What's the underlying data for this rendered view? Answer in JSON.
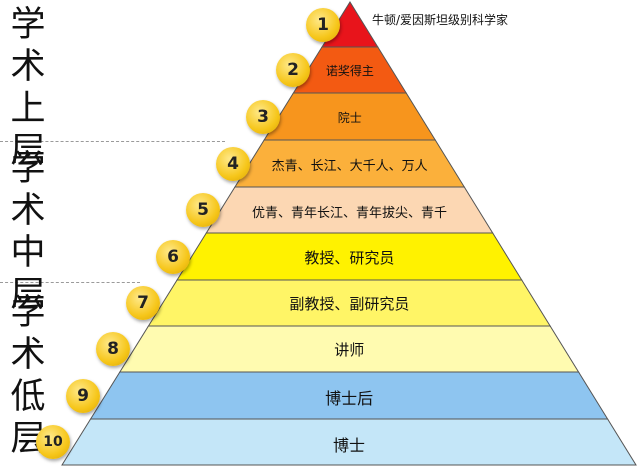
{
  "side_groups": [
    {
      "id": "upper",
      "label": "学术上层"
    },
    {
      "id": "middle",
      "label": "学术中层"
    },
    {
      "id": "lower",
      "label": "学术低层"
    }
  ],
  "tiers": [
    {
      "number": "1",
      "label": "牛顿/爱因斯坦级别科学家",
      "color": "#e8141b"
    },
    {
      "number": "2",
      "label": "诺奖得主",
      "color": "#f35a12"
    },
    {
      "number": "3",
      "label": "院士",
      "color": "#f7951d"
    },
    {
      "number": "4",
      "label": "杰青、长江、大千人、万人",
      "color": "#fbb03b"
    },
    {
      "number": "5",
      "label": "优青、青年长江、青年拔尖、青千",
      "color": "#fcd7b3"
    },
    {
      "number": "6",
      "label": "教授、研究员",
      "color": "#fff200"
    },
    {
      "number": "7",
      "label": "副教授、副研究员",
      "color": "#fff566"
    },
    {
      "number": "8",
      "label": "讲师",
      "color": "#fffbb0"
    },
    {
      "number": "9",
      "label": "博士后",
      "color": "#8ec5f0"
    },
    {
      "number": "10",
      "label": "博士",
      "color": "#c4e6f8"
    }
  ]
}
